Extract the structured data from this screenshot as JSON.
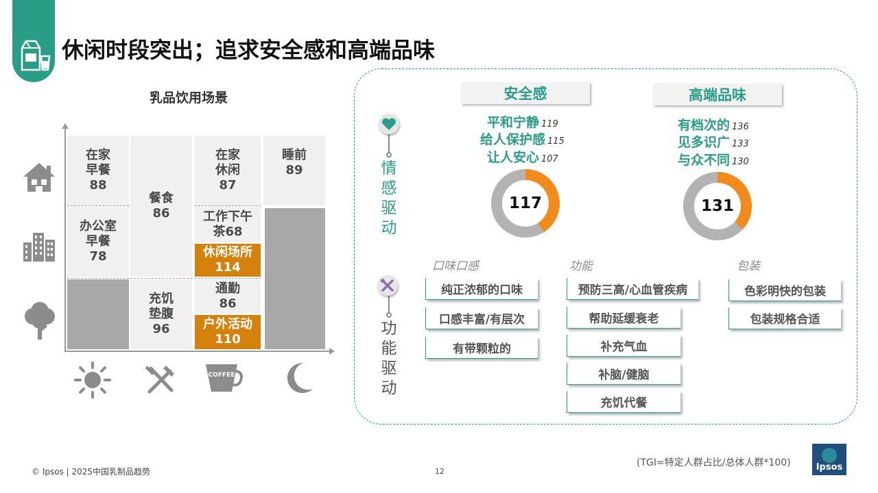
{
  "title": "休闲时段突出；追求安全感和高端品味",
  "matrix": {
    "title": "乳品饮用场景",
    "cells": {
      "home_breakfast": {
        "label1": "在家",
        "label2": "早餐",
        "value": "88"
      },
      "office_breakfast": {
        "label1": "办公室",
        "label2": "早餐",
        "value": "78"
      },
      "meal": {
        "label": "餐食",
        "value": "86"
      },
      "hunger": {
        "label1": "充饥",
        "label2": "垫腹",
        "value": "96"
      },
      "home_leisure": {
        "label1": "在家",
        "label2": "休闲",
        "value": "87"
      },
      "afternoon_tea": {
        "label1": "工作下午",
        "label2": "茶68"
      },
      "leisure_place": {
        "label": "休闲场所",
        "value": "114"
      },
      "commute": {
        "label": "通勤",
        "value": "86"
      },
      "outdoor": {
        "label": "户外活动",
        "value": "110"
      },
      "bedtime": {
        "label": "睡前",
        "value": "89"
      }
    },
    "row_icons": [
      "house-icon",
      "office-building-icon",
      "tree-icon"
    ],
    "col_icons": [
      "sun-icon",
      "fork-knife-icon",
      "coffee-cup-icon",
      "moon-icon"
    ],
    "coffee_text": "COFFEE"
  },
  "panel": {
    "emotional_label": [
      "情",
      "感",
      "驱",
      "动"
    ],
    "functional_label": [
      "功",
      "能",
      "驱",
      "动"
    ],
    "safety": {
      "header": "安全感",
      "items": [
        {
          "text": "平和宁静",
          "score": "119"
        },
        {
          "text": "给人保护感",
          "score": "115"
        },
        {
          "text": "让人安心",
          "score": "107"
        }
      ],
      "donut_value": "117"
    },
    "premium": {
      "header": "高端品味",
      "items": [
        {
          "text": "有档次的",
          "score": "136"
        },
        {
          "text": "见多识广",
          "score": "133"
        },
        {
          "text": "与众不同",
          "score": "130"
        }
      ],
      "donut_value": "131"
    },
    "taste": {
      "label": "口味口感",
      "tags": [
        "纯正浓郁的口味",
        "口感丰富/有层次",
        "有带颗粒的"
      ]
    },
    "function": {
      "label": "功能",
      "tags": [
        "预防三高/心血管疾病",
        "帮助延缓衰老",
        "补充气血",
        "补脑/健脑",
        "充饥代餐"
      ]
    },
    "packaging": {
      "label": "包装",
      "tags": [
        "色彩明快的包装",
        "包装规格合适"
      ]
    }
  },
  "colors": {
    "teal": "#2a9d86",
    "orange": "#d4820c",
    "grey": "#a8a8a8",
    "donut_orange": "#f28a1c",
    "donut_grey": "#b3b3b3"
  },
  "footer": {
    "source": "© Ipsos | 2025中国乳制品趋势",
    "page": "12",
    "note": "(TGI=特定人群占比/总体人群*100)",
    "logo": "Ipsos"
  }
}
